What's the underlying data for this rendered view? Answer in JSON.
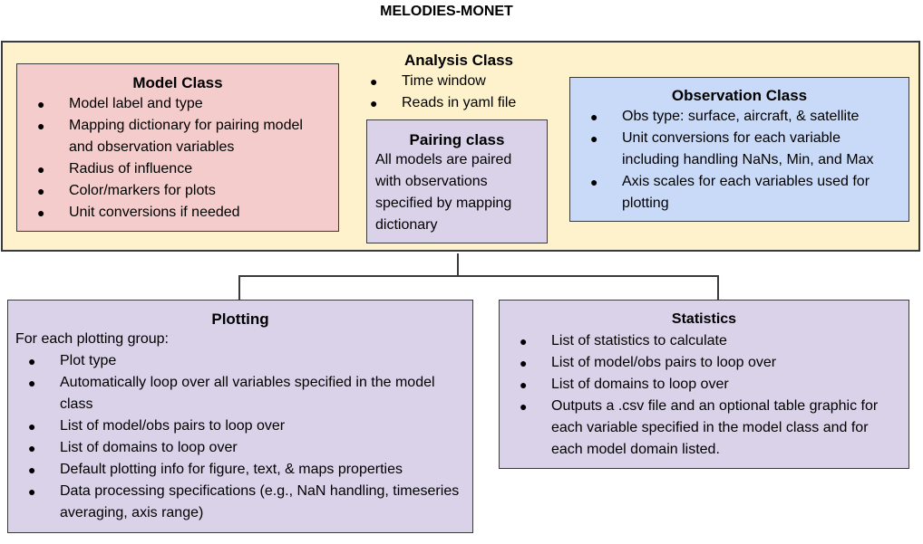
{
  "title": "MELODIES-MONET",
  "analysis": {
    "heading": "Analysis Class",
    "items": [
      "Time window",
      "Reads in yaml file"
    ]
  },
  "model": {
    "heading": "Model Class",
    "items": [
      "Model label and type",
      "Mapping dictionary for pairing model and observation variables",
      "Radius of influence",
      "Color/markers for plots",
      "Unit conversions if needed"
    ]
  },
  "pairing": {
    "heading": "Pairing class",
    "text": "All models are paired with observations specified by mapping dictionary"
  },
  "observation": {
    "heading": "Observation Class",
    "items": [
      "Obs type: surface, aircraft, & satellite",
      "Unit conversions for each variable including handling NaNs, Min, and Max",
      "Axis scales for each variables used for plotting"
    ]
  },
  "plotting": {
    "heading": "Plotting",
    "lead": "For each plotting group:",
    "items": [
      "Plot type",
      "Automatically loop over all variables specified in the model class",
      "List of model/obs pairs to loop over",
      "List of domains to loop over",
      "Default plotting info for figure, text, & maps properties",
      "Data processing specifications (e.g., NaN handling, timeseries averaging, axis range)"
    ]
  },
  "statistics": {
    "heading": "Statistics",
    "items": [
      "List of statistics to calculate",
      "List of model/obs pairs to loop over",
      "List of domains to loop over",
      "Outputs a .csv file and an optional table graphic for each variable specified in the model class and for each model domain listed."
    ]
  },
  "colors": {
    "outer": "#fdf2cc",
    "model": "#f4cccc",
    "observation": "#c9daf8",
    "lavender": "#d9d2e9",
    "border": "#3a3a3a"
  },
  "bullet_symbol": "●"
}
